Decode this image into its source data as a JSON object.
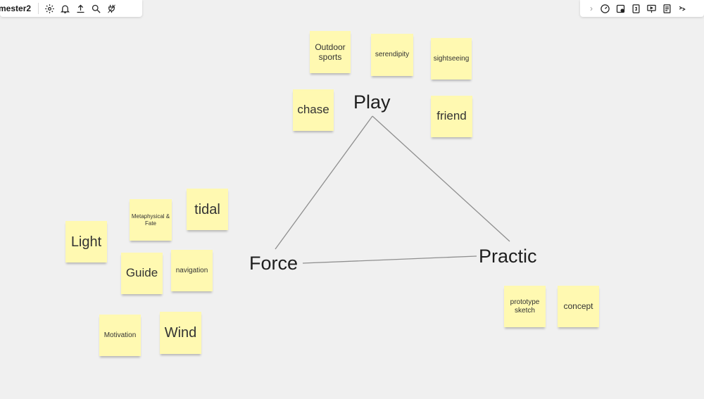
{
  "toolbar": {
    "board_title": "mester2",
    "left_icons": [
      "settings-icon",
      "bell-icon",
      "upload-icon",
      "search-icon",
      "plug-icon"
    ],
    "right_icons": [
      "chevron-right-icon",
      "timer-icon",
      "sticky-add-icon",
      "comment-icon",
      "presentation-icon",
      "notes-icon",
      "more-icon"
    ]
  },
  "canvas": {
    "words": {
      "play": "Play",
      "force": "Force",
      "practic": "Practic"
    },
    "stickies": {
      "outdoor_sports": "Outdoor sports",
      "serendipity": "serendipity",
      "sightseeing": "sightseeing",
      "chase": "chase",
      "friend": "friend",
      "tidal": "tidal",
      "metaphysical": "Metaphysical & Fate",
      "light": "Light",
      "guide": "Guide",
      "navigation": "navigation",
      "motivation": "Motivation",
      "wind": "Wind",
      "prototype": "prototype sketch",
      "concept": "concept"
    },
    "sticky_color": "#fff9b1"
  }
}
